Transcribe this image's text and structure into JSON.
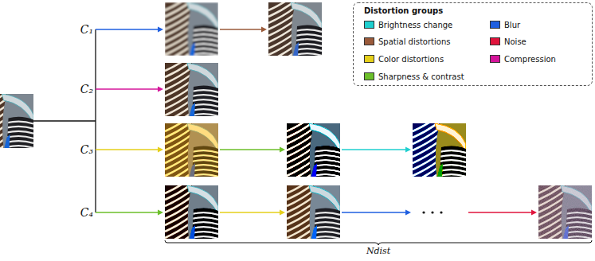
{
  "diagram": {
    "labels": [
      "C₁",
      "C₂",
      "C₃",
      "C₄",
      "Distortion groups",
      "Ndist"
    ],
    "legend": [
      {
        "text": "Brightness change",
        "color": "#1fcfcf"
      },
      {
        "text": "Blur",
        "color": "#1f5fe0"
      },
      {
        "text": "Spatial distortions",
        "color": "#9a5a3a"
      },
      {
        "text": "Noise",
        "color": "#e0143c"
      },
      {
        "text": "Color distortions",
        "color": "#e5cf1a"
      },
      {
        "text": "Compression",
        "color": "#d4149a"
      },
      {
        "text": "Sharpness & contrast",
        "color": "#6cbf2a"
      }
    ]
  }
}
